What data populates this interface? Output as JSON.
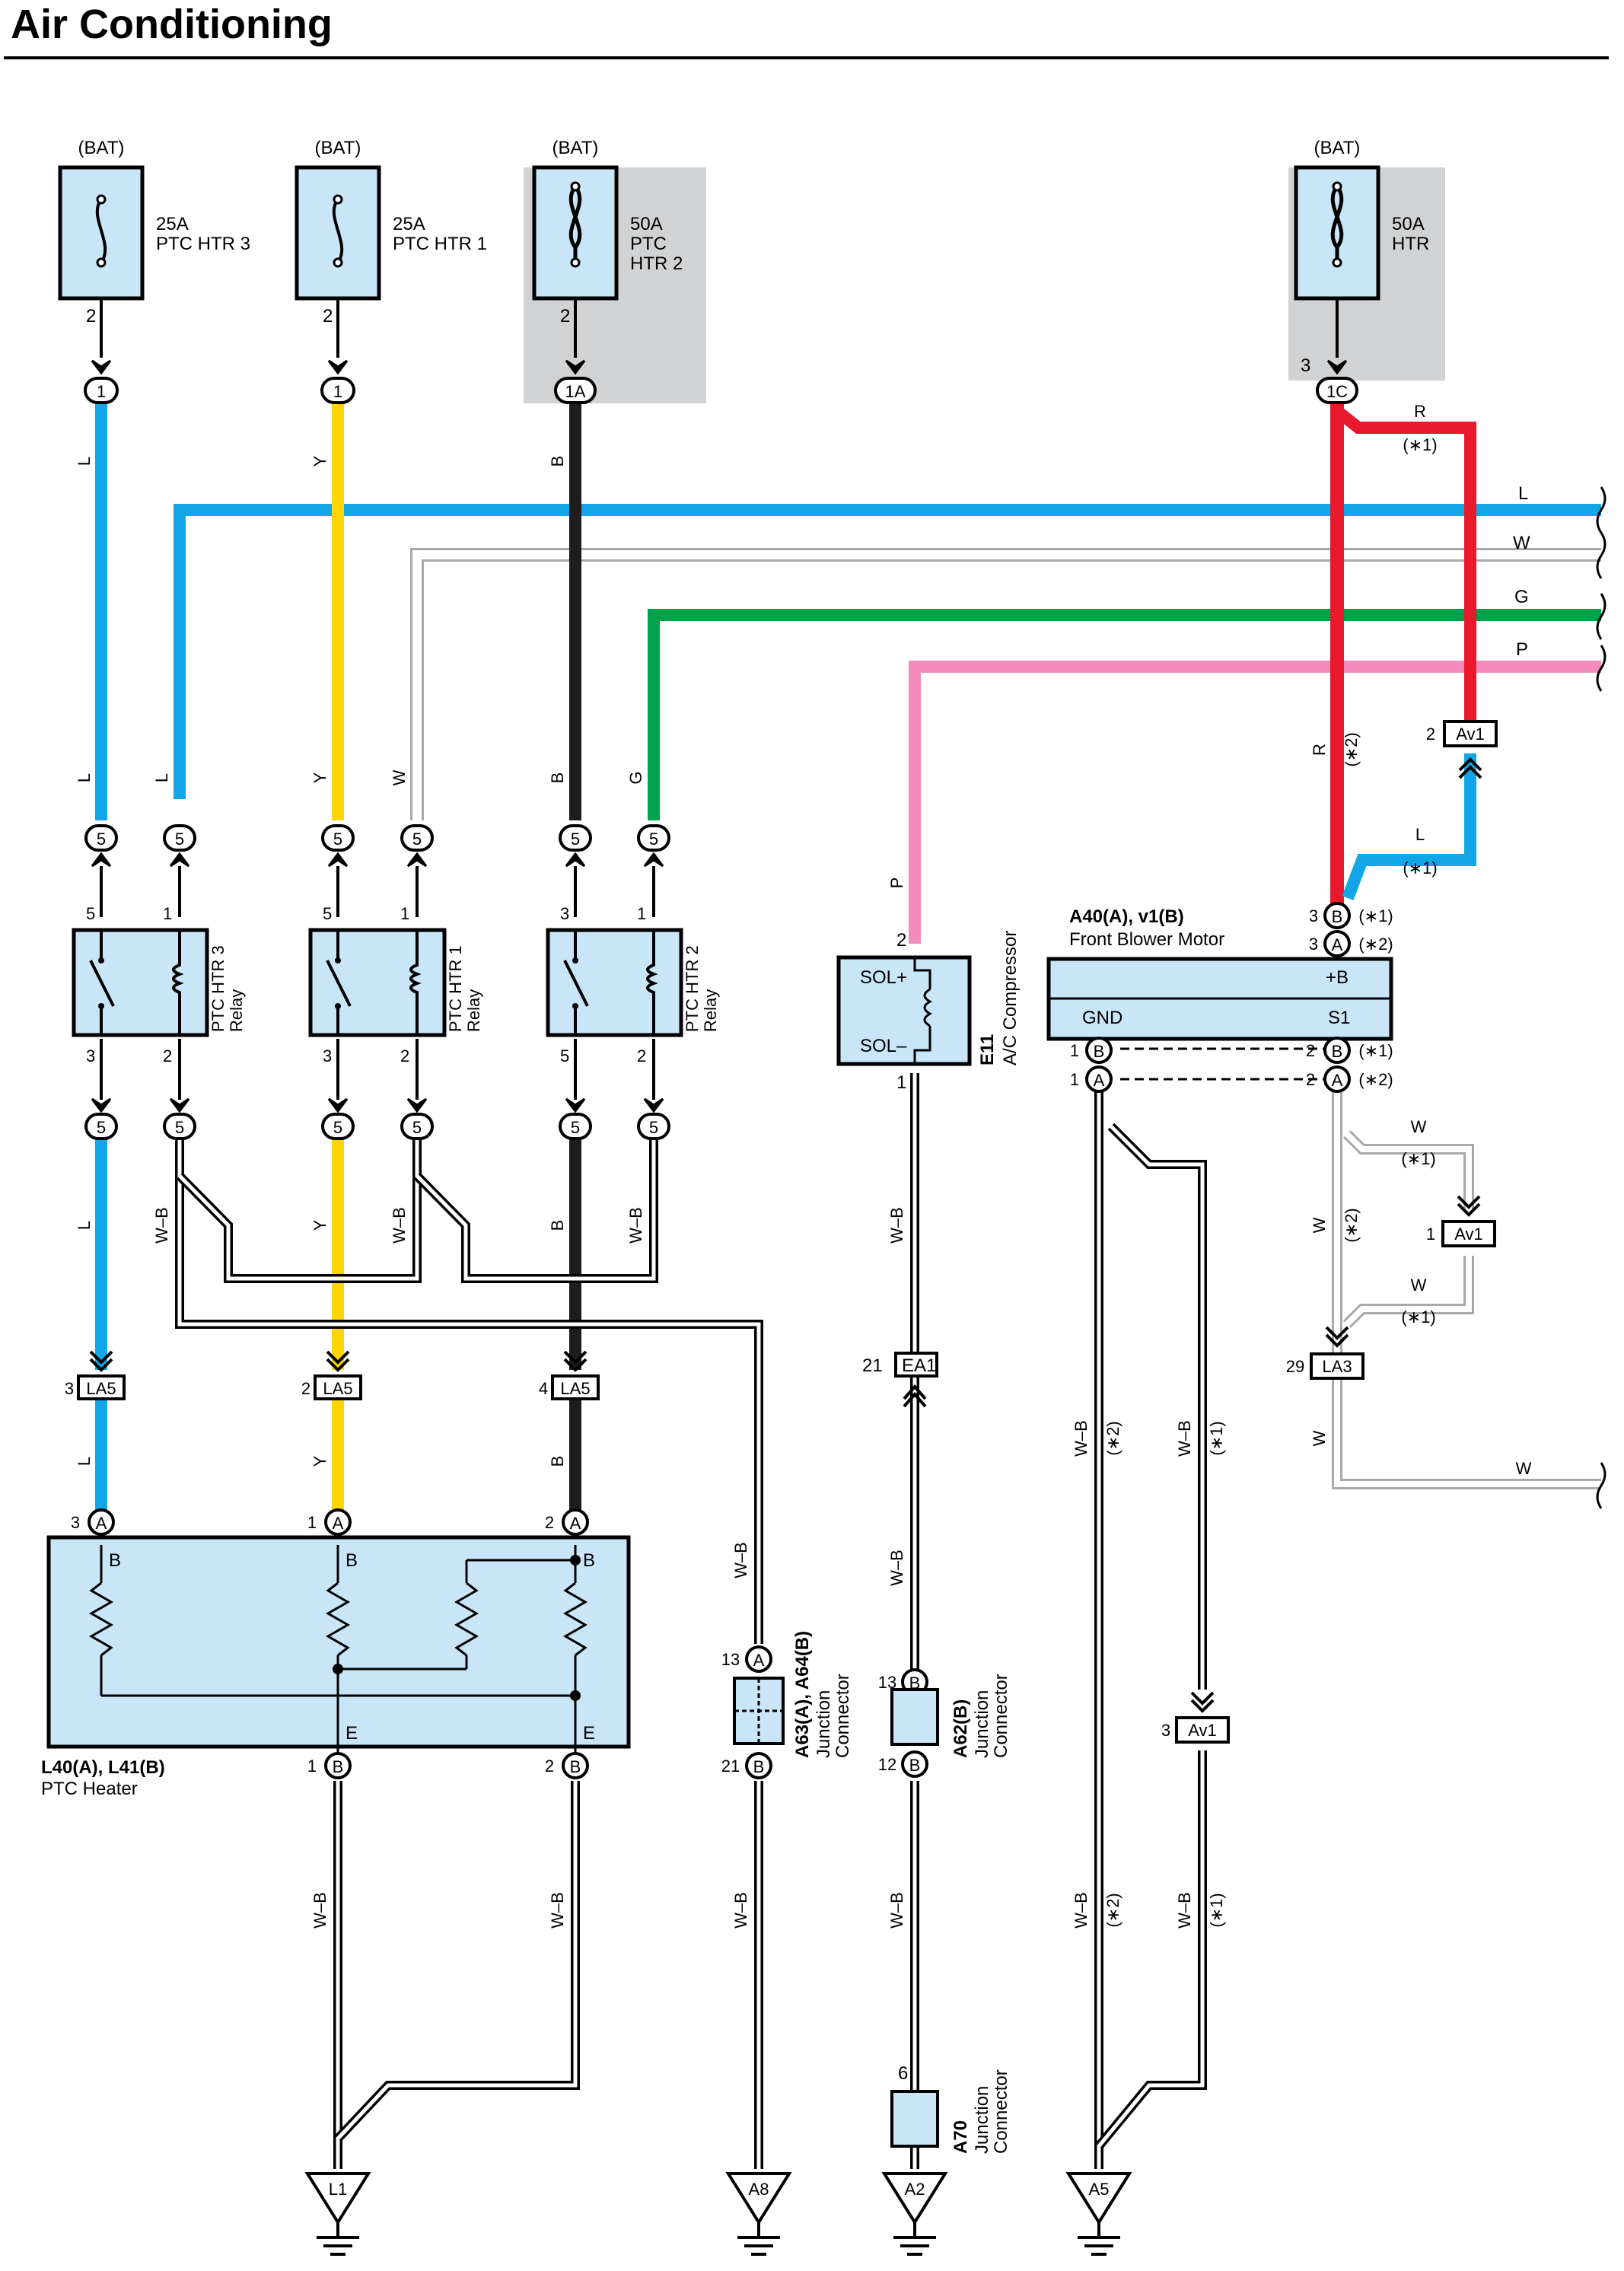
{
  "page": {
    "title": "Air Conditioning"
  },
  "colors": {
    "L": "#13a6e6",
    "Y": "#ffd400",
    "B": "#1d1d1d",
    "G": "#00a14b",
    "P": "#f38cbd",
    "R": "#e8192c",
    "W": "#bdbdbd",
    "component_fill": "#c8e6f7",
    "fuse_shade": "#d1d2d4"
  },
  "fuses": [
    {
      "supply": "(BAT)",
      "rating": "25A",
      "name_lines": [
        "PTC HTR 3"
      ],
      "pin": "2",
      "conn_pin": "1",
      "conn_name": ""
    },
    {
      "supply": "(BAT)",
      "rating": "25A",
      "name_lines": [
        "PTC HTR 1"
      ],
      "pin": "2",
      "conn_pin": "1",
      "conn_name": ""
    },
    {
      "supply": "(BAT)",
      "rating": "50A",
      "name_lines": [
        "PTC",
        "HTR 2"
      ],
      "pin": "2",
      "conn_pin": "1A",
      "conn_name": ""
    },
    {
      "supply": "(BAT)",
      "rating": "50A",
      "name_lines": [
        "HTR"
      ],
      "pin": "3",
      "conn_pin": "1C",
      "conn_name": ""
    }
  ],
  "buses": [
    {
      "code": "L"
    },
    {
      "code": "W"
    },
    {
      "code": "G"
    },
    {
      "code": "P"
    }
  ],
  "relays": [
    {
      "name": "PTC HTR 3",
      "sub": "Relay",
      "pin_tl": "5",
      "pin_tr": "1",
      "pin_bl": "3",
      "pin_br": "2"
    },
    {
      "name": "PTC HTR 1",
      "sub": "Relay",
      "pin_tl": "5",
      "pin_tr": "1",
      "pin_bl": "3",
      "pin_br": "2"
    },
    {
      "name": "PTC HTR 2",
      "sub": "Relay",
      "pin_tl": "3",
      "pin_tr": "1",
      "pin_bl": "5",
      "pin_br": "2"
    }
  ],
  "relay_conn": "5",
  "heater": {
    "code": "L40(A), L41(B)",
    "name": "PTC Heater",
    "top_pins": [
      {
        "num": "3",
        "letter": "A"
      },
      {
        "num": "1",
        "letter": "A"
      },
      {
        "num": "2",
        "letter": "A"
      }
    ],
    "inner_b": "B",
    "inner_e": "E",
    "bottom_pins": [
      {
        "num": "1",
        "letter": "B"
      },
      {
        "num": "2",
        "letter": "B"
      }
    ]
  },
  "la5": {
    "name": "LA5",
    "pins": [
      "3",
      "2",
      "4"
    ]
  },
  "compressor": {
    "code": "E11",
    "name": "A/C Compressor",
    "sol_plus": "SOL+",
    "sol_minus": "SOL–",
    "pin_top": "2",
    "pin_bottom": "1"
  },
  "junction_a63": {
    "code": "A63(A), A64(B)",
    "line1": "Junction",
    "line2": "Connector",
    "pin_top": "13",
    "letter_top": "A",
    "pin_bottom": "21",
    "letter_bottom": "B"
  },
  "junction_a62": {
    "code": "A62(B)",
    "line1": "Junction",
    "line2": "Connector",
    "pin_top": "13",
    "letter_top": "B",
    "pin_bottom": "12",
    "letter_bottom": "B"
  },
  "junction_a70": {
    "code": "A70",
    "line1": "Junction",
    "line2": "Connector",
    "pin": "6"
  },
  "ea1": {
    "name": "EA1",
    "pin": "21"
  },
  "blower": {
    "code": "A40(A), v1(B)",
    "name": "Front Blower Motor",
    "plus_b": "+B",
    "gnd": "GND",
    "s1": "S1",
    "pin_b_top": "3",
    "pin_a_top": "3",
    "gnd_pin_b": "1",
    "gnd_pin_a": "1",
    "s1_pin_b": "2",
    "s1_pin_a": "2",
    "letter_a": "A",
    "letter_b": "B"
  },
  "av1": {
    "name": "Av1",
    "pin_top": "2",
    "pin_mid": "1",
    "pin_bot": "3"
  },
  "la3": {
    "name": "LA3",
    "pin": "29"
  },
  "variant1": "(∗1)",
  "variant2": "(∗2)",
  "grounds": [
    "L1",
    "A8",
    "A2",
    "A5"
  ],
  "wire_codes": {
    "L": "L",
    "Y": "Y",
    "B": "B",
    "G": "G",
    "P": "P",
    "R": "R",
    "W": "W",
    "WB": "W–B"
  }
}
